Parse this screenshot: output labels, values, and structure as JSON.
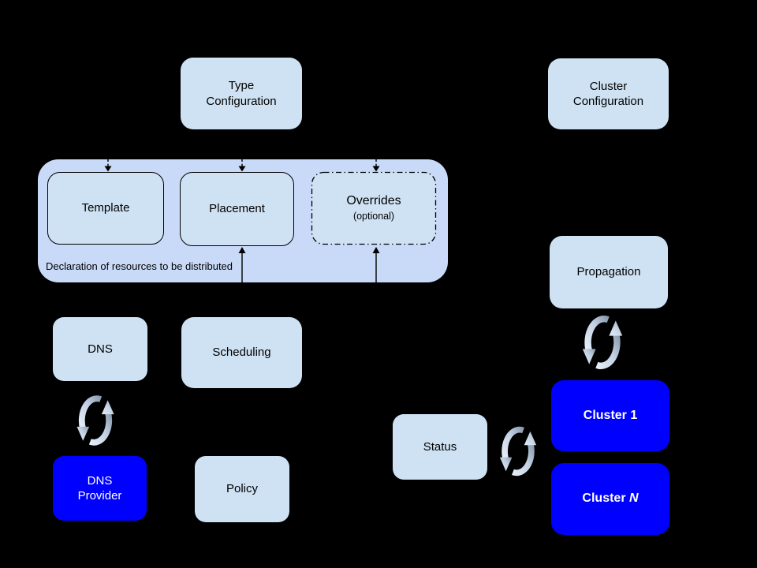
{
  "diagram": {
    "type_configuration": "Type\nConfiguration",
    "cluster_configuration": "Cluster\nConfiguration",
    "template": "Template",
    "placement": "Placement",
    "overrides_title": "Overrides",
    "overrides_subtitle": "(optional)",
    "container_caption": "Declaration of resources to be distributed",
    "dns": "DNS",
    "scheduling": "Scheduling",
    "dns_provider": "DNS\nProvider",
    "policy": "Policy",
    "propagation": "Propagation",
    "status": "Status",
    "cluster_1": "Cluster 1",
    "cluster_n_prefix": "Cluster ",
    "cluster_n_suffix": "N"
  },
  "colors": {
    "background": "#000000",
    "container_fill": "#c9daf8",
    "box_fill": "#cfe2f3",
    "highlight_fill": "#0000fe",
    "box_text": "#000000",
    "highlight_text": "#ffffff",
    "connector_color": "#000000",
    "sync_icon_dark": "#8c9cb0",
    "sync_icon_mid": "#c3d2e4",
    "sync_icon_light": "#e6eef8"
  }
}
